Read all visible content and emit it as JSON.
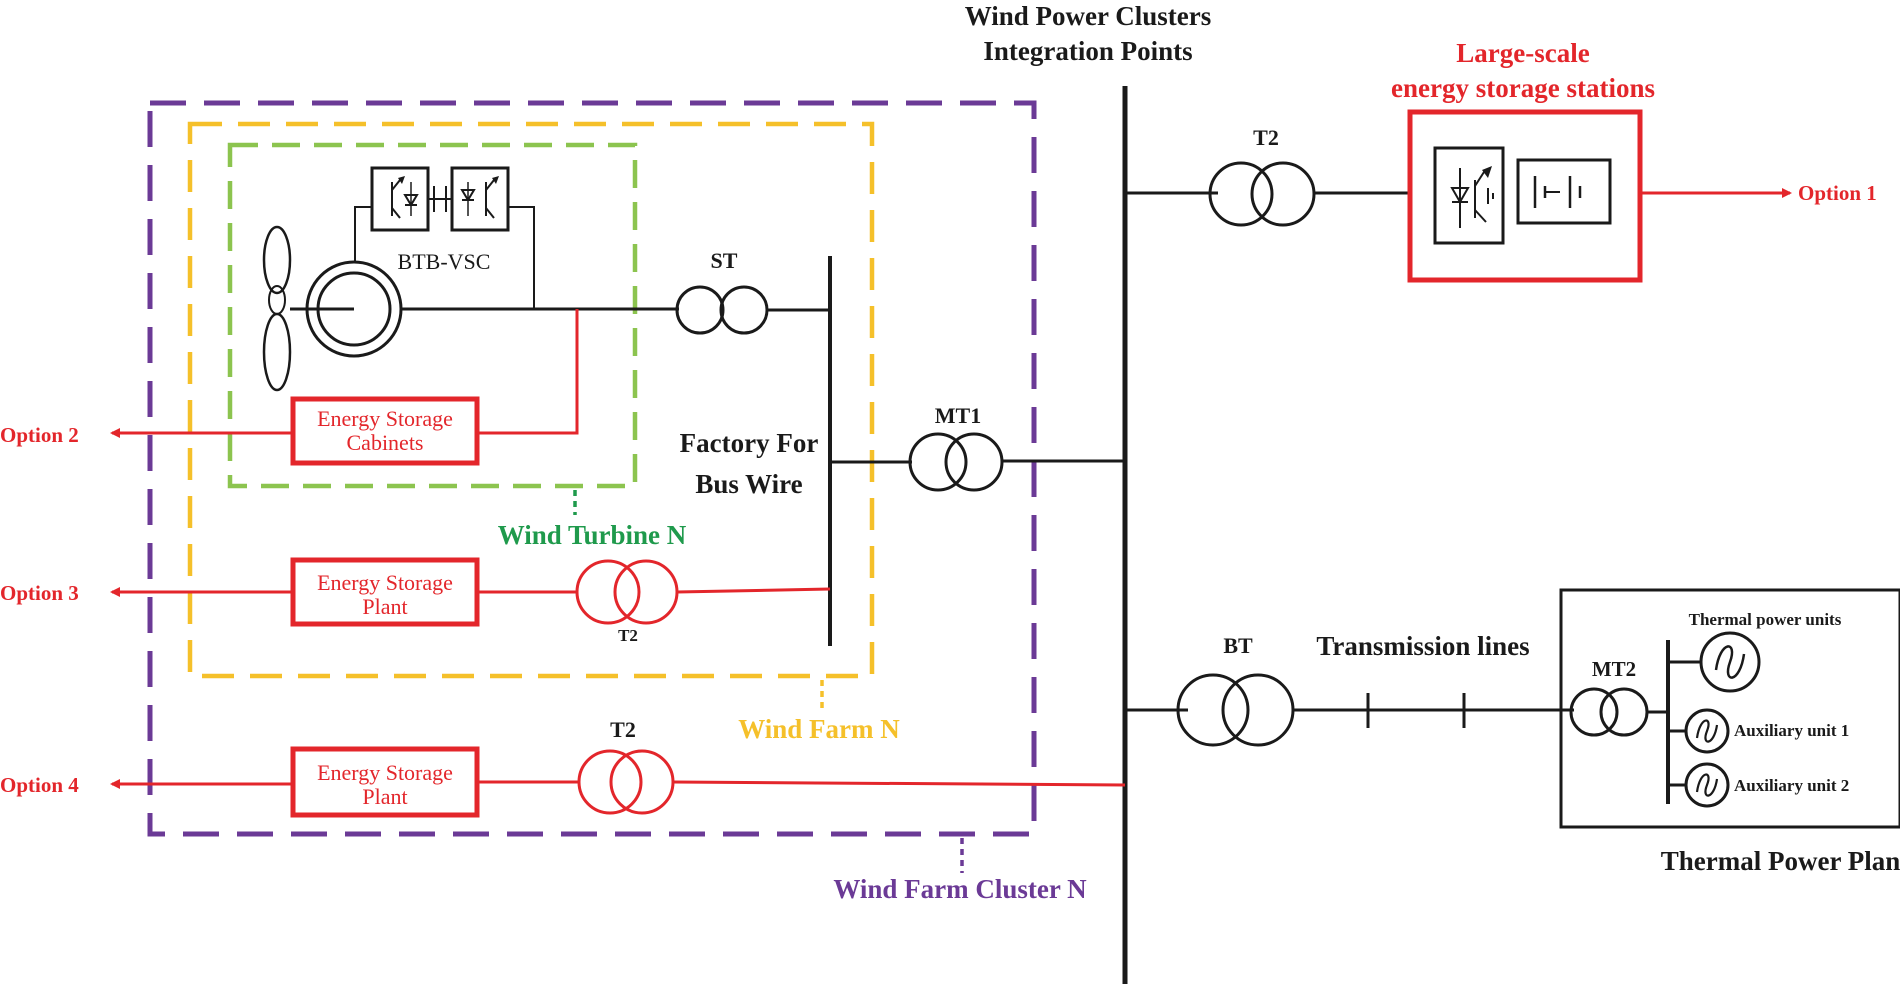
{
  "colors": {
    "black": "#1a1a1a",
    "red": "#e3262b",
    "purple": "#6b3a96",
    "yellow": "#f5c02a",
    "green": "#8cc44f",
    "green_text": "#1f9a4c"
  },
  "header": {
    "integration_line1": "Wind Power Clusters",
    "integration_line2": "Integration Points"
  },
  "large_storage": {
    "title_line1": "Large-scale",
    "title_line2": "energy storage stations",
    "transformer": "T2",
    "option": "Option 1"
  },
  "wind_turbine": {
    "converter": "BTB-VSC",
    "transformer": "ST",
    "storage_line1": "Energy Storage",
    "storage_line2": "Cabinets",
    "option": "Option 2",
    "label": "Wind Turbine N"
  },
  "bus": {
    "line1": "Factory For",
    "line2": "Bus Wire",
    "transformer": "MT1"
  },
  "wind_farm": {
    "storage_line1": "Energy Storage",
    "storage_line2": "Plant",
    "transformer": "T2",
    "option": "Option 3",
    "label": "Wind Farm N"
  },
  "cluster": {
    "storage_line1": "Energy Storage",
    "storage_line2": "Plant",
    "transformer": "T2",
    "option": "Option 4",
    "label": "Wind Farm Cluster N"
  },
  "transmission": {
    "transformer": "BT",
    "label": "Transmission lines"
  },
  "thermal": {
    "transformer": "MT2",
    "units": "Thermal power units",
    "aux1": "Auxiliary unit 1",
    "aux2": "Auxiliary unit 2",
    "title": "Thermal Power Plant"
  }
}
